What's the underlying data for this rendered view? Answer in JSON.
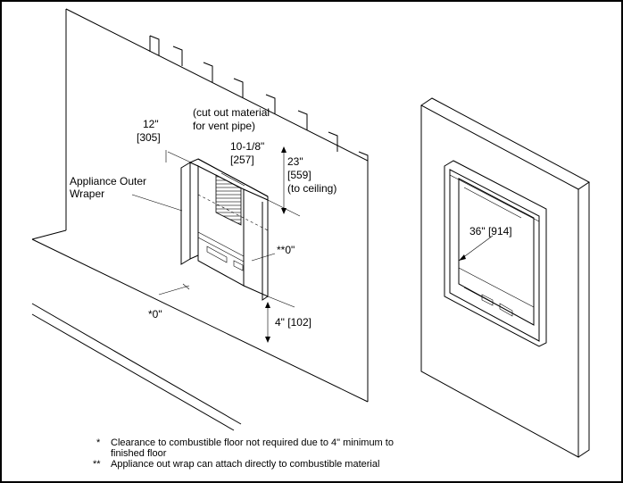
{
  "diagram": {
    "labels": {
      "side_clearance": [
        "12\"",
        "[305]"
      ],
      "cutout": [
        "(cut out material",
        "for vent pipe)"
      ],
      "cutout_width": [
        "10-1/8\"",
        "[257]"
      ],
      "ceiling": [
        "23\"",
        "[559]",
        "(to ceiling)"
      ],
      "wrapper": [
        "Appliance Outer",
        "Wraper"
      ],
      "back_clearance": "**0\"",
      "floor_clearance_side": "*0\"",
      "floor_height": "4\" [102]",
      "width_right": "36\" [914]"
    },
    "notes": [
      {
        "mark": "*",
        "text": [
          "Clearance to combustible floor not required due to 4\" minimum to",
          "finished floor"
        ]
      },
      {
        "mark": "**",
        "text": [
          "Appliance out wrap can attach directly to combustible material"
        ]
      }
    ]
  },
  "colors": {
    "line": "#000000",
    "background": "#ffffff"
  }
}
